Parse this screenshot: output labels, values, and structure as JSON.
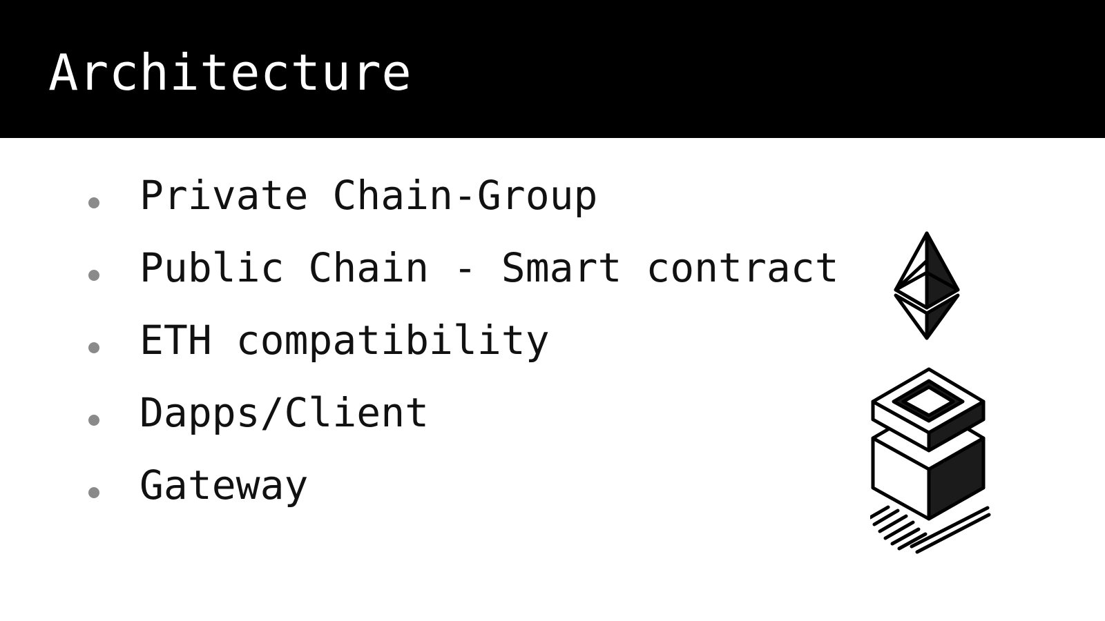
{
  "slide": {
    "title": "Architecture"
  },
  "bullets": [
    {
      "text": "Private Chain-Group"
    },
    {
      "text": "Public Chain - Smart contract"
    },
    {
      "text": "ETH compatibility"
    },
    {
      "text": "Dapps/Client"
    },
    {
      "text": "Gateway"
    }
  ],
  "colors": {
    "title_bar": "#000000",
    "title_text": "#ffffff",
    "body_text": "#111111",
    "bullet": "#8a8a8a"
  },
  "icons": [
    "ethereum-icon",
    "blockchain-node-icon"
  ]
}
